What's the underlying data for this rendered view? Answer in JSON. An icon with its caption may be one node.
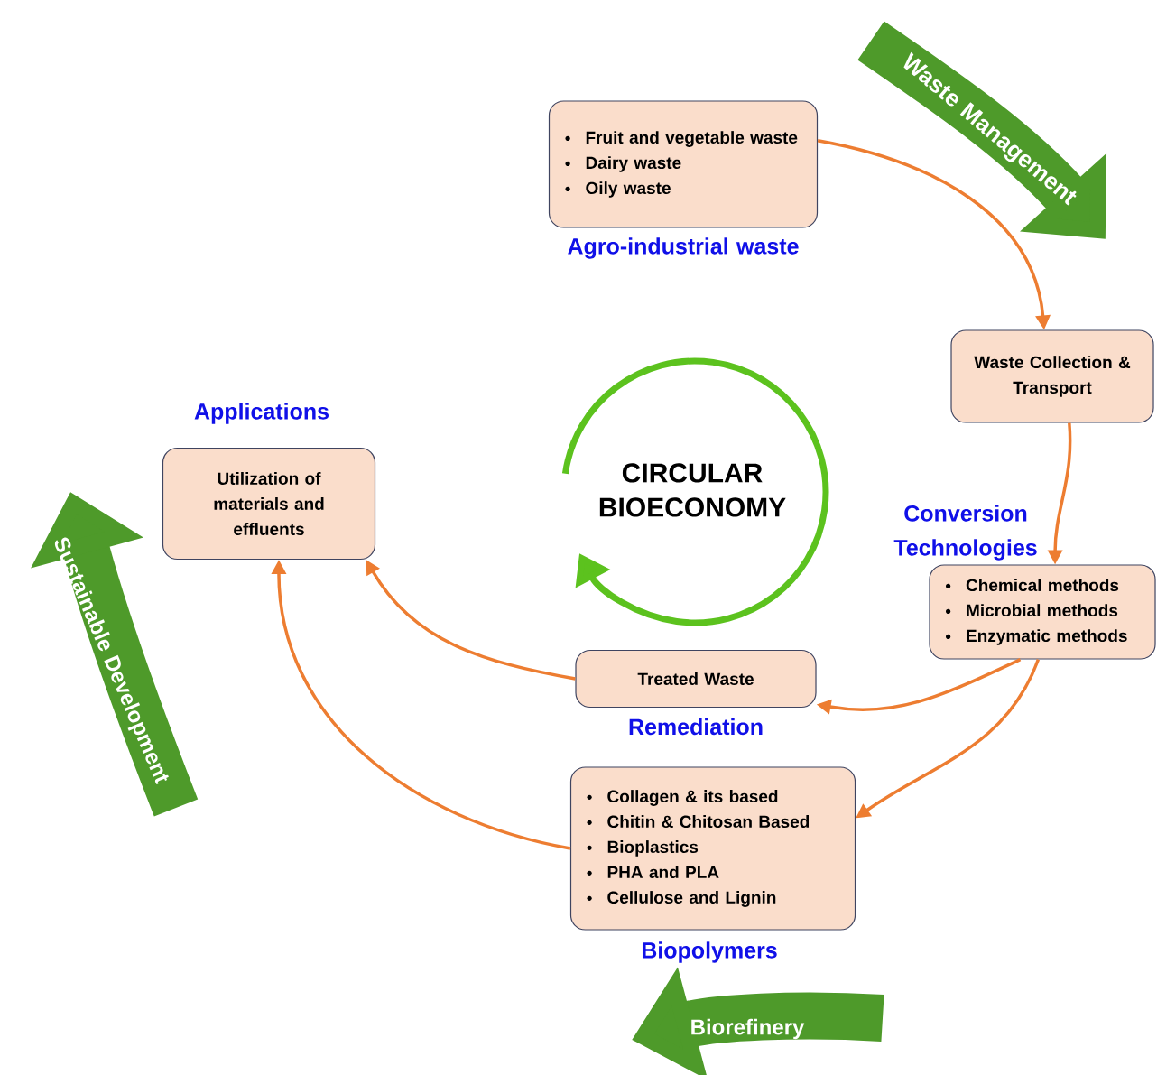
{
  "diagram": {
    "nodes": [
      {
        "text": [
          "Fruit and vegetable waste",
          "Dairy waste",
          "Oily waste",
          "Agro-industrial waste"
        ]
      },
      {
        "text": [
          "Waste Collection & Transport"
        ]
      },
      {
        "text": [
          "Conversion Technologies",
          "Chemical methods",
          "Microbial methods",
          "Enzymatic methods"
        ]
      },
      {
        "text": [
          "Treated Waste",
          "Remediation"
        ]
      },
      {
        "text": [
          "Collagen & its based",
          "Chitin & Chitosan Based",
          "Bioplastics",
          "PHA and PLA",
          "Cellulose and Lignin",
          "Biopolymers"
        ]
      },
      {
        "text": [
          "Applications",
          "Utilization of materials and effluents"
        ]
      }
    ],
    "edges": [
      {
        "from": 0,
        "to": 1,
        "arrow": "to"
      },
      {
        "from": 1,
        "to": 2,
        "arrow": "to"
      },
      {
        "from": 2,
        "to": 3,
        "arrow": "to"
      },
      {
        "from": 2,
        "to": 4,
        "arrow": "to"
      },
      {
        "from": 3,
        "to": 5,
        "arrow": "to"
      },
      {
        "from": 4,
        "to": 5,
        "arrow": "to"
      }
    ],
    "labels": [
      "Waste Management",
      "CIRCULAR BIOECONOMY",
      "Sustainable Development",
      "Biorefinery"
    ]
  }
}
